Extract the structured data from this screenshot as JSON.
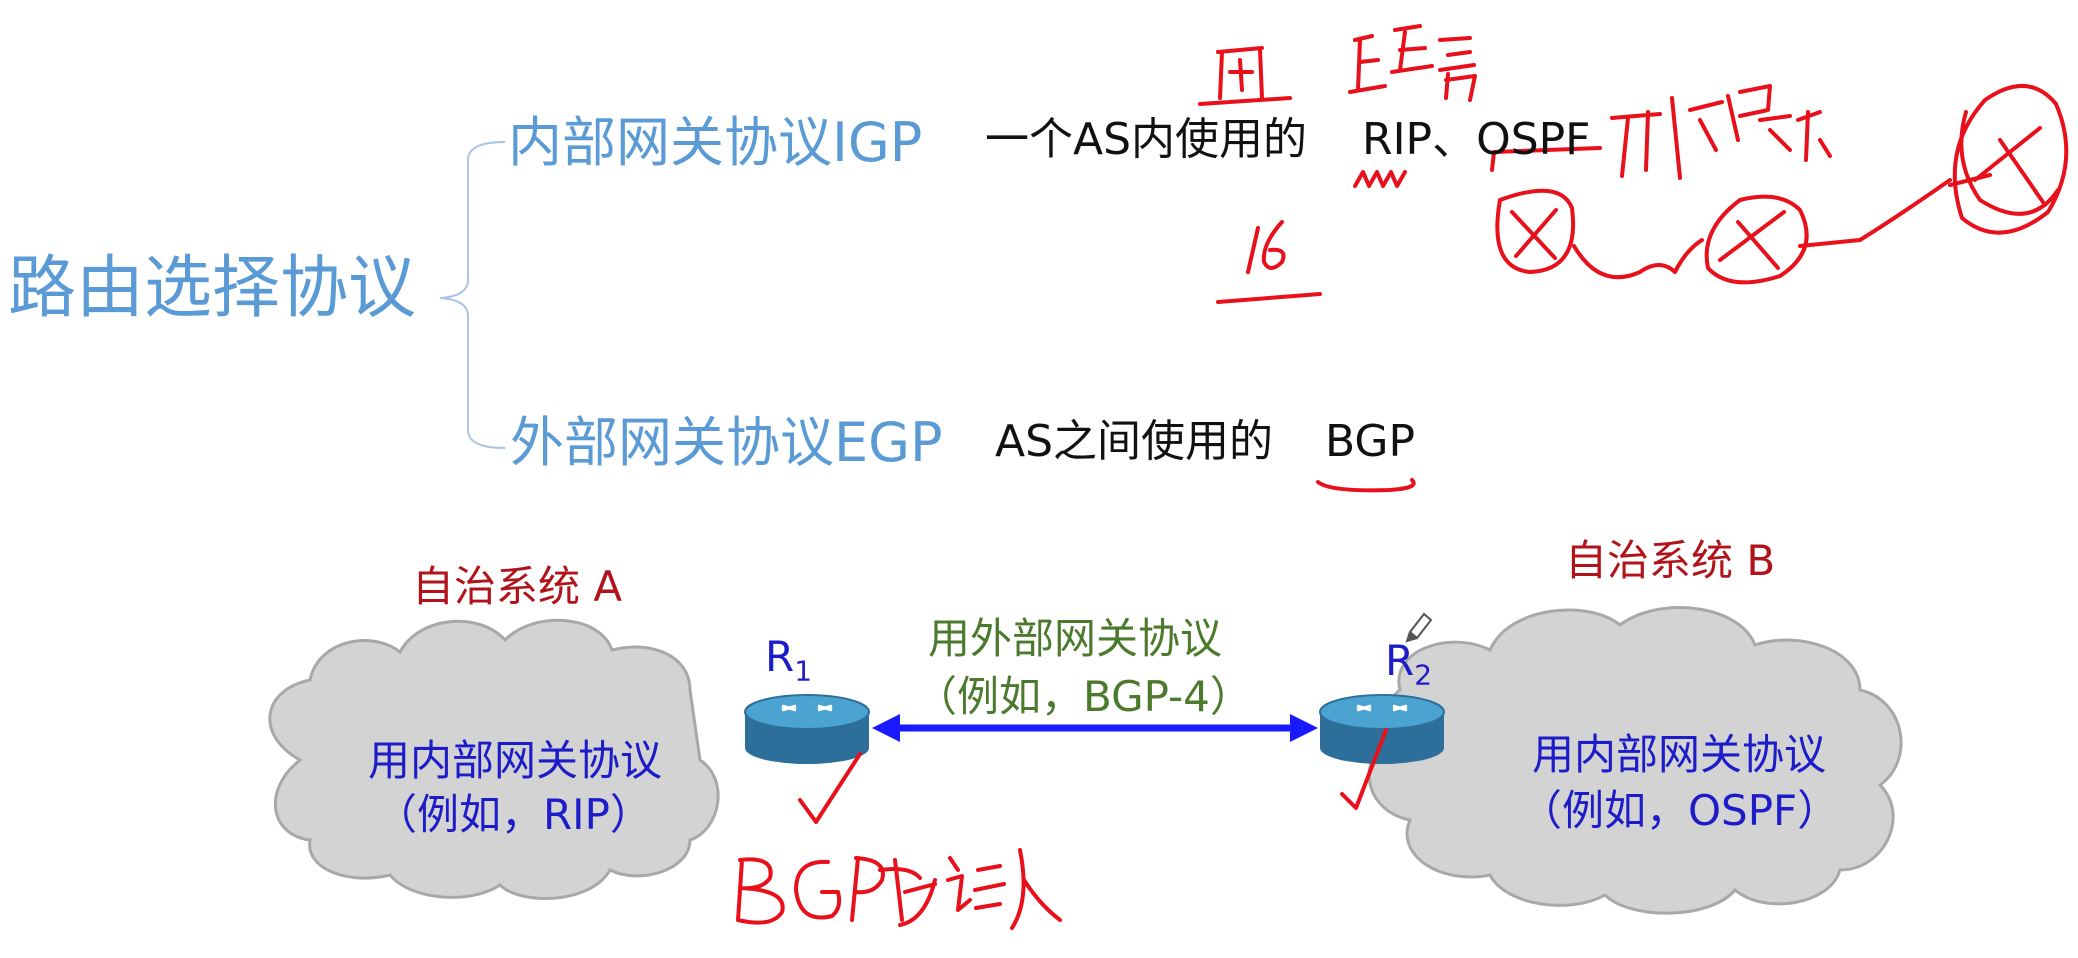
{
  "title": "路由选择协议",
  "igp": {
    "label": "内部网关协议IGP",
    "desc": "一个AS内使用的",
    "protocols": "RIP、OSPF"
  },
  "egp": {
    "label": "外部网关协议EGP",
    "desc": "AS之间使用的",
    "protocol": "BGP"
  },
  "as_a": {
    "title": "自治系统 A",
    "line1": "用内部网关协议",
    "line2": "（例如，RIP）"
  },
  "as_b": {
    "title": "自治系统 B",
    "line1": "用内部网关协议",
    "line2": "（例如，OSPF）"
  },
  "link": {
    "line1": "用外部网关协议",
    "line2": "（例如，BGP-4）"
  },
  "routers": {
    "r1": "R",
    "r1_sub": "1",
    "r2": "R",
    "r2_sub": "2"
  },
  "handwriting": [
    "国",
    "距离",
    "16",
    "链路状态",
    "BGP发言人"
  ],
  "colors": {
    "heading": "#5b9bd5",
    "as_title": "#b0131a",
    "cloud_text": "#1c1cc8",
    "link_text": "#4c7a2c",
    "arrow": "#1a1aff",
    "ink": "#e8101a"
  }
}
